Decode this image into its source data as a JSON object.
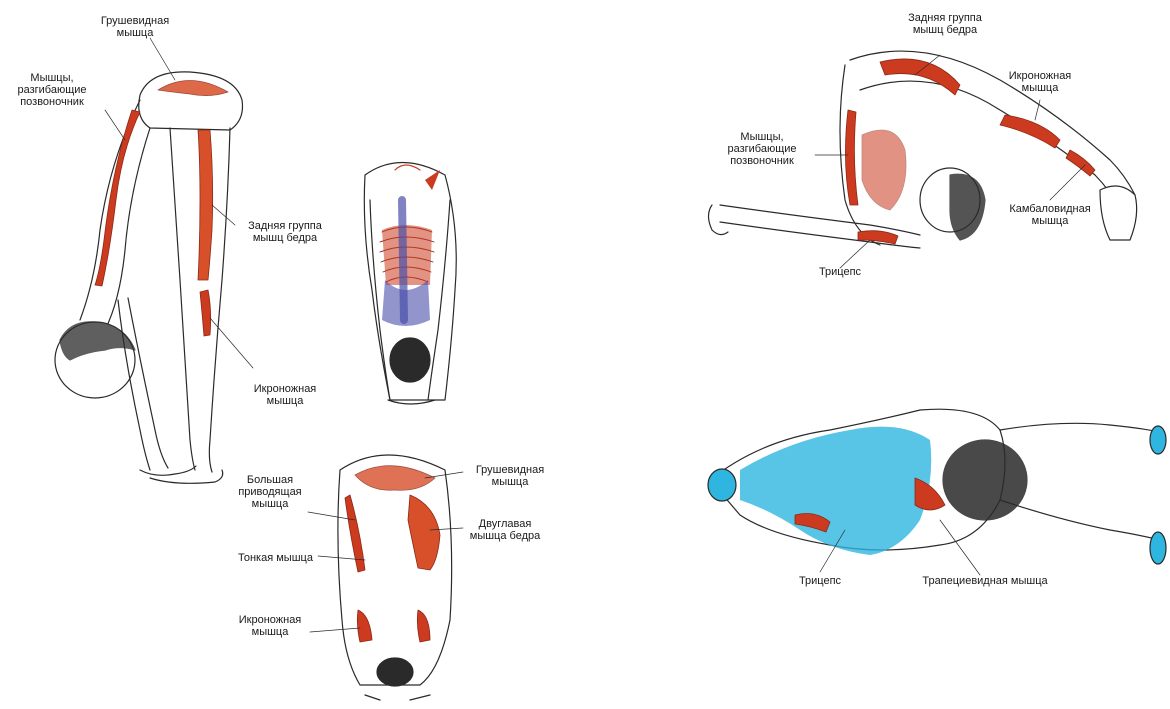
{
  "colors": {
    "muscle_red": "#cc3a1f",
    "muscle_orange": "#d8502a",
    "stretch_blue": "#2fb6e0",
    "spine_blue": "#4a4fa8",
    "outline": "#2a2a2a",
    "skin": "#ffffff"
  },
  "figures": {
    "forward_fold_side": {
      "labels": {
        "piriformis": "Грушевидная\nмышца",
        "erector_spinae": "Мышцы,\nразгибающие\nпозвоночник",
        "hamstrings": "Задняя группа\nмышц бедра",
        "gastrocnemius": "Икроножная\nмышца"
      }
    },
    "forward_fold_front": {
      "labels": {}
    },
    "forward_fold_back": {
      "labels": {
        "adductor_magnus": "Большая\nприводящая\nмышца",
        "piriformis": "Грушевидная\nмышца",
        "gracilis": "Тонкая мышца",
        "biceps_femoris": "Двуглавая\nмышца бедра",
        "gastrocnemius": "Икроножная\nмышца"
      }
    },
    "plow_side": {
      "labels": {
        "hamstrings": "Задняя группа\nмышц бедра",
        "gastrocnemius": "Икроножная\nмышца",
        "erector_spinae": "Мышцы,\nразгибающие\nпозвоночник",
        "soleus": "Камбаловидная\nмышца",
        "triceps": "Трицепс"
      }
    },
    "plow_top": {
      "labels": {
        "triceps": "Трицепс",
        "trapezius": "Трапециевидная мышца"
      }
    }
  }
}
